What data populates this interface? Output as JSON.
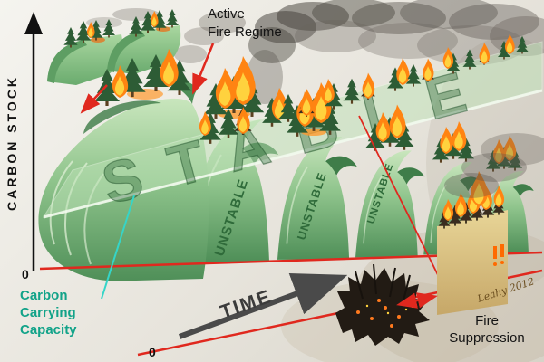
{
  "axes": {
    "y_label": "CARBON STOCK",
    "y_origin": "0",
    "x_label": "TIME",
    "x_origin": "0"
  },
  "labels": {
    "active_fire": {
      "line1": "Active",
      "line2": "Fire Regime"
    },
    "carrying": {
      "line1": "Carbon",
      "line2": "Carrying",
      "line3": "Capacity"
    },
    "suppression": {
      "line1": "Fire",
      "line2": "Suppression"
    },
    "stable": "STABLE",
    "unstable": "UNSTABLE",
    "signature": "Leahy 2012"
  },
  "colors": {
    "accent_red": "#e0281e",
    "teal": "#12a389",
    "cyan_pointer": "#35d5c8",
    "wave_green_light": "#c9e6bd",
    "wave_green_dark": "#4f8f58",
    "sheet_green": "#bfe3b8",
    "unstable_text": "#2f6b3a",
    "fire_orange": "#ff8412",
    "fire_yellow": "#ffd23e",
    "smoke_gray": "#4a463f",
    "burn_black": "#221b14",
    "strip_tan": "#d9c488"
  }
}
